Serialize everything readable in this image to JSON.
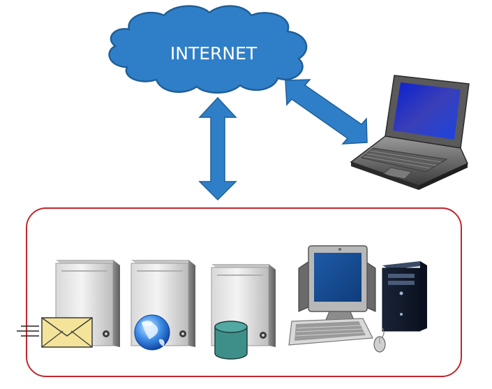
{
  "cloud": {
    "label": "INTERNET",
    "fill_color": "#2f7fc8",
    "stroke_color": "#1f5f98",
    "icon": "cloud-icon"
  },
  "arrows": {
    "color": "#2f7fc8",
    "items": [
      {
        "name": "cloud-to-network-arrow",
        "direction": "bidirectional-vertical"
      },
      {
        "name": "cloud-to-laptop-arrow",
        "direction": "bidirectional-diagonal"
      }
    ]
  },
  "laptop": {
    "icon": "laptop-icon",
    "screen_color": "#2a4fc2"
  },
  "network_box": {
    "border_color": "#c0272d",
    "devices": [
      {
        "name": "mail-server",
        "icon": "server-icon",
        "badge": "envelope-icon"
      },
      {
        "name": "web-server",
        "icon": "server-icon",
        "badge": "globe-icon"
      },
      {
        "name": "database-server",
        "icon": "server-icon",
        "badge": "database-cylinder-icon"
      },
      {
        "name": "desktop-workstation",
        "icon": "desktop-computer-icon"
      }
    ]
  }
}
